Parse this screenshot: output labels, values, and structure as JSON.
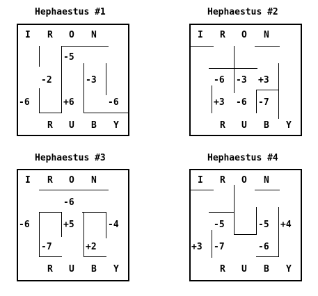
{
  "puzzles": [
    {
      "title": "Hephaestus #1",
      "top_letters": [
        "I",
        "R",
        "O",
        "N"
      ],
      "bottom_letters": [
        "R",
        "U",
        "B",
        "Y"
      ],
      "numbers": [
        "-5",
        "-2",
        "-3",
        "-6",
        "+6",
        "-6"
      ]
    },
    {
      "title": "Hephaestus #2",
      "top_letters": [
        "I",
        "R",
        "O",
        "N"
      ],
      "bottom_letters": [
        "R",
        "U",
        "B",
        "Y"
      ],
      "numbers": [
        "-6",
        "-3",
        "+3",
        "+3",
        "-6",
        "-7"
      ]
    },
    {
      "title": "Hephaestus #3",
      "top_letters": [
        "I",
        "R",
        "O",
        "N"
      ],
      "bottom_letters": [
        "R",
        "U",
        "B",
        "Y"
      ],
      "numbers": [
        "-6",
        "-6",
        "+5",
        "-4",
        "-7",
        "+2"
      ]
    },
    {
      "title": "Hephaestus #4",
      "top_letters": [
        "I",
        "R",
        "O",
        "N"
      ],
      "bottom_letters": [
        "R",
        "U",
        "B",
        "Y"
      ],
      "numbers": [
        "-5",
        "-5",
        "+4",
        "+3",
        "-7",
        "-6"
      ]
    }
  ]
}
